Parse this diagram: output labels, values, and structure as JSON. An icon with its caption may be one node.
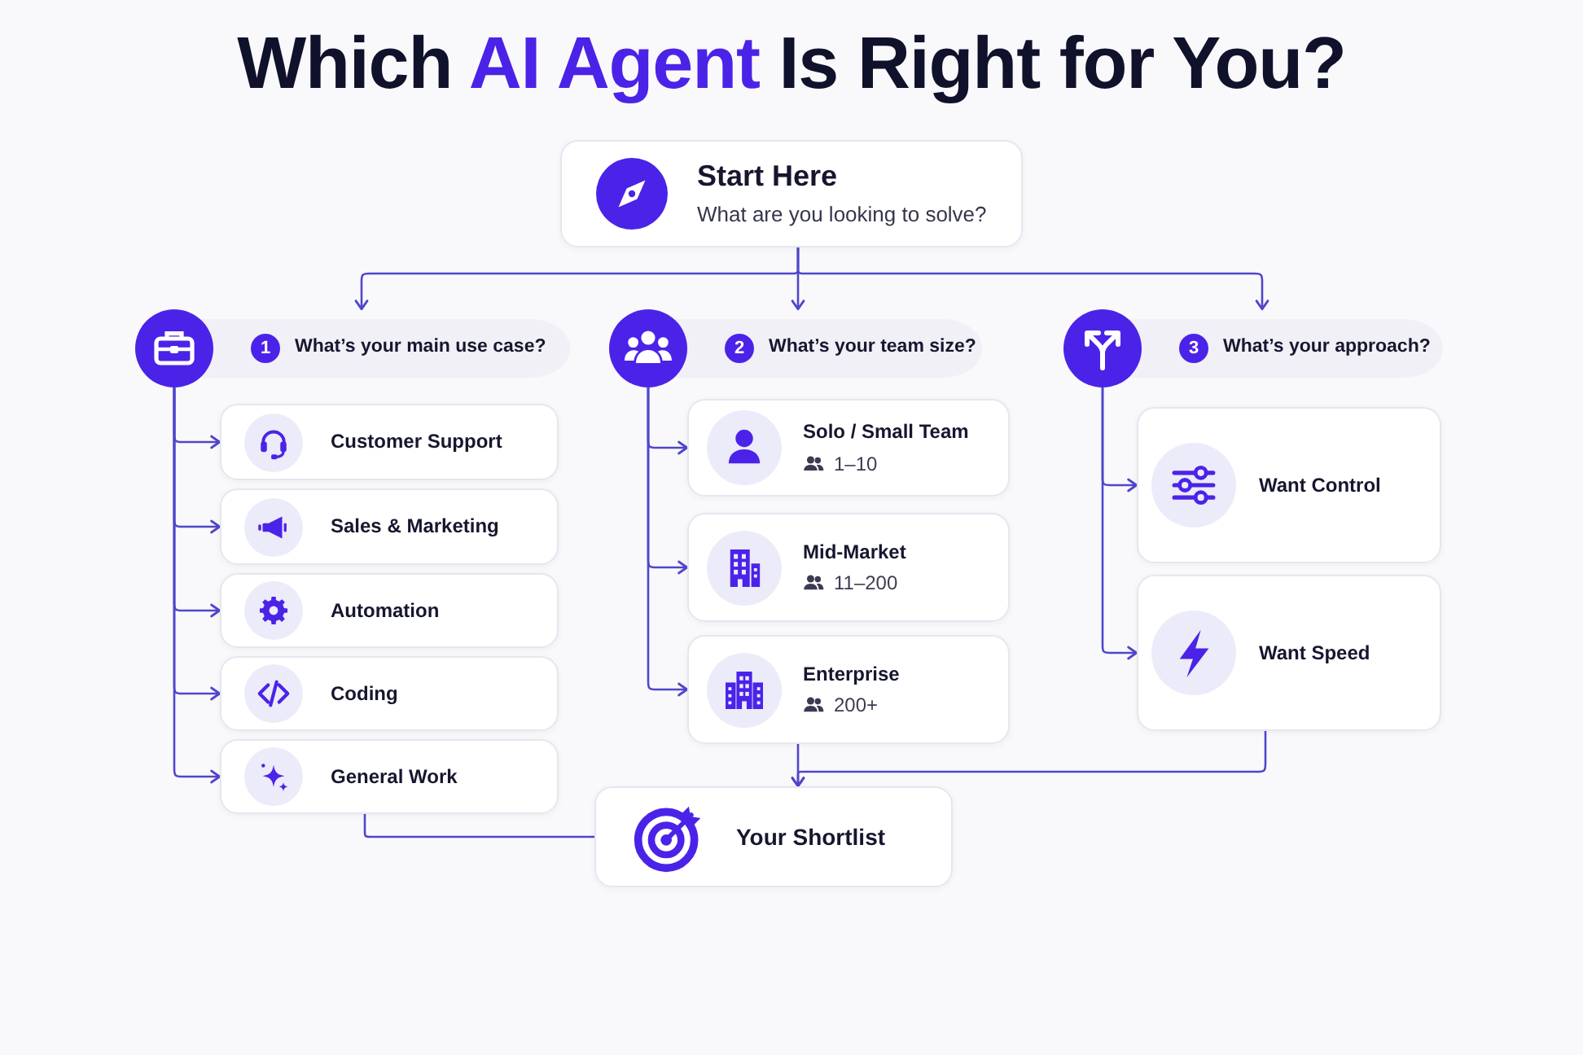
{
  "diagram": {
    "title": "Which **AI Agent** Is Right for You?",
    "nodes": [
      {
        "text": [
          "Start Here",
          "What are you looking to solve?"
        ]
      },
      {
        "text": [
          "1",
          "What’s your main use case?"
        ]
      },
      {
        "text": [
          "Customer Support"
        ]
      },
      {
        "text": [
          "Sales & Marketing"
        ]
      },
      {
        "text": [
          "Automation"
        ]
      },
      {
        "text": [
          "Coding"
        ]
      },
      {
        "text": [
          "General Work"
        ]
      },
      {
        "text": [
          "2",
          "What’s your team size?"
        ]
      },
      {
        "text": [
          "Solo / Small Team",
          "1–10"
        ]
      },
      {
        "text": [
          "Mid-Market",
          "11–200"
        ]
      },
      {
        "text": [
          "Enterprise",
          "200+"
        ]
      },
      {
        "text": [
          "3",
          "What’s your approach?"
        ]
      },
      {
        "text": [
          "Want Control"
        ]
      },
      {
        "text": [
          "Want Speed"
        ]
      },
      {
        "text": [
          "Your Shortlist"
        ]
      }
    ],
    "edges": [
      {
        "from": 0,
        "to": 1,
        "arrow": "to"
      },
      {
        "from": 0,
        "to": 7,
        "arrow": "to"
      },
      {
        "from": 0,
        "to": 11,
        "arrow": "to"
      },
      {
        "from": 1,
        "to": 2,
        "arrow": "to"
      },
      {
        "from": 1,
        "to": 3,
        "arrow": "to"
      },
      {
        "from": 1,
        "to": 4,
        "arrow": "to"
      },
      {
        "from": 1,
        "to": 5,
        "arrow": "to"
      },
      {
        "from": 1,
        "to": 6,
        "arrow": "to"
      },
      {
        "from": 7,
        "to": 8,
        "arrow": "to"
      },
      {
        "from": 7,
        "to": 9,
        "arrow": "to"
      },
      {
        "from": 7,
        "to": 10,
        "arrow": "to"
      },
      {
        "from": 11,
        "to": 12,
        "arrow": "to"
      },
      {
        "from": 11,
        "to": 13,
        "arrow": "to"
      },
      {
        "from": 6,
        "to": 14,
        "arrow": "none"
      },
      {
        "from": 10,
        "to": 14,
        "arrow": "to"
      },
      {
        "from": 13,
        "to": 14,
        "arrow": "to"
      }
    ]
  }
}
